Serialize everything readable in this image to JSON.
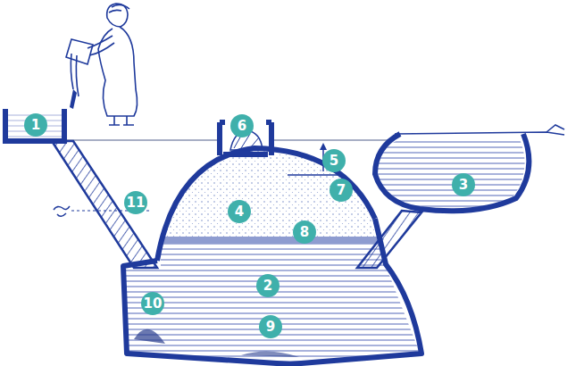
{
  "diagram": {
    "labels": [
      "1",
      "6",
      "5",
      "3",
      "11",
      "4",
      "8",
      "7",
      "2",
      "10",
      "9"
    ]
  }
}
